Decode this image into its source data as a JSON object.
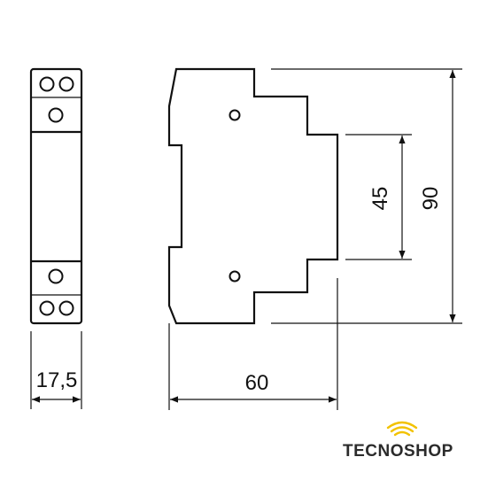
{
  "dimensions": {
    "width_front": "17,5",
    "width_side": "60",
    "height_total": "90",
    "height_front": "45"
  },
  "logo": {
    "text": "TECNOSHOP",
    "signal_color": "#f2c200",
    "text_color": "#2b2b2b"
  }
}
